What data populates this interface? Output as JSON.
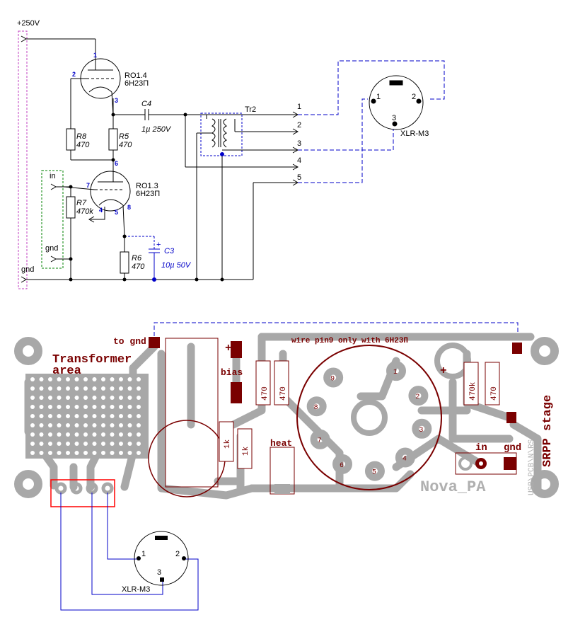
{
  "schematic": {
    "supply": "+250V",
    "ground": "gnd",
    "input": "in",
    "input_gnd": "gnd",
    "tubes": [
      {
        "ref": "RO1.4",
        "type": "6H23П",
        "pins": [
          "1",
          "2",
          "3"
        ]
      },
      {
        "ref": "RO1.3",
        "type": "6H23П",
        "pins": [
          "6",
          "7",
          "4",
          "5",
          "8"
        ]
      }
    ],
    "components": {
      "c4_ref": "C4",
      "c4_val": "1µ 250V",
      "r8_ref": "R8",
      "r8_val": "470",
      "r5_ref": "R5",
      "r5_val": "470",
      "r7_ref": "R7",
      "r7_val": "470k",
      "r6_ref": "R6",
      "r6_val": "470",
      "c3_ref": "C3",
      "c3_val": "10µ 50V",
      "tr_ref": "Tr2"
    },
    "tr_pins": [
      "1",
      "2",
      "3",
      "4",
      "5"
    ],
    "xlr": {
      "label": "XLR-M3",
      "pins": [
        "1",
        "2",
        "3"
      ]
    }
  },
  "pcb": {
    "to_gnd": "to gnd",
    "transformer_area_1": "Transformer",
    "transformer_area_2": "area",
    "bias": "bias",
    "wire_note": "wire pin9 only with 6H23П",
    "heat": "heat",
    "in": "in",
    "gnd": "gnd",
    "r_labels": [
      "470",
      "470",
      "1k",
      "1k",
      "470k",
      "470"
    ],
    "socket_pins": [
      "1",
      "2",
      "3",
      "4",
      "5",
      "6",
      "7",
      "8",
      "9"
    ],
    "board_text_1": "SRPP stage",
    "board_text_2": "USB\\PCB\\N\\RS",
    "brand": "Nova_PA",
    "xlr": {
      "label": "XLR-M3",
      "pins": [
        "1",
        "2",
        "3"
      ]
    }
  },
  "colors": {
    "copper": "#7a0000",
    "silk": "#a8a8a8",
    "pin_number": "#0000c8",
    "dash_magenta": "#c040c0",
    "dash_green": "#008000",
    "dash_blue": "#0000c8",
    "outline_red": "#ff0000"
  }
}
